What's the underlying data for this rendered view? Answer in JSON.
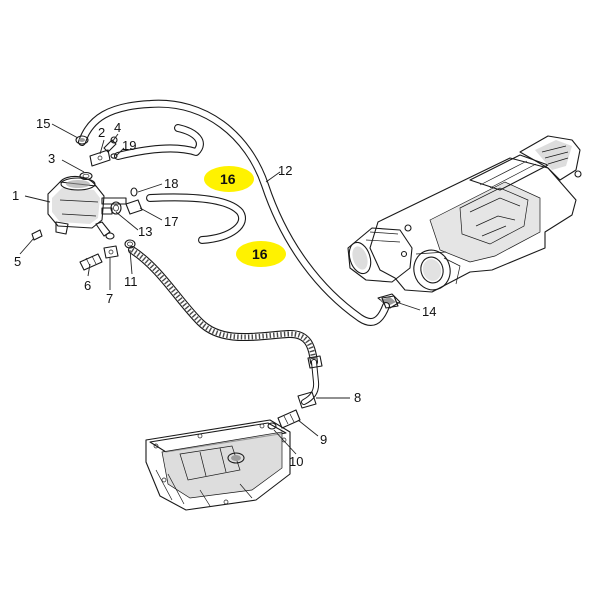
{
  "callouts": [
    {
      "id": "label-1",
      "text": "1"
    },
    {
      "id": "label-2",
      "text": "2"
    },
    {
      "id": "label-3",
      "text": "3"
    },
    {
      "id": "label-4",
      "text": "4"
    },
    {
      "id": "label-5",
      "text": "5"
    },
    {
      "id": "label-6",
      "text": "6"
    },
    {
      "id": "label-7",
      "text": "7"
    },
    {
      "id": "label-8",
      "text": "8"
    },
    {
      "id": "label-9",
      "text": "9"
    },
    {
      "id": "label-10",
      "text": "10"
    },
    {
      "id": "label-11",
      "text": "11"
    },
    {
      "id": "label-12",
      "text": "12"
    },
    {
      "id": "label-13",
      "text": "13"
    },
    {
      "id": "label-14",
      "text": "14"
    },
    {
      "id": "label-15",
      "text": "15"
    },
    {
      "id": "label-16a",
      "text": "16"
    },
    {
      "id": "label-16b",
      "text": "16"
    },
    {
      "id": "label-17",
      "text": "17"
    },
    {
      "id": "label-18",
      "text": "18"
    },
    {
      "id": "label-19",
      "text": "19"
    }
  ],
  "colors": {
    "highlight": "#fff200",
    "line": "#1a1a1a",
    "background": "#ffffff"
  }
}
